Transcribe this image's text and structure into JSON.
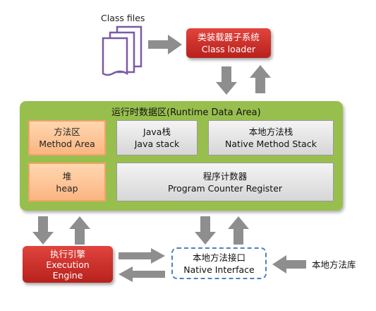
{
  "class_files_label": "Class files",
  "class_loader": {
    "cn": "类装载器子系统",
    "en": "Class loader"
  },
  "runtime_area_title": "运行时数据区(Runtime Data Area)",
  "method_area": {
    "cn": "方法区",
    "en": "Method Area"
  },
  "java_stack": {
    "cn": "Java栈",
    "en": "Java stack"
  },
  "native_method_stack": {
    "cn": "本地方法栈",
    "en": "Native Method Stack"
  },
  "heap": {
    "cn": "堆",
    "en": "heap"
  },
  "program_counter": {
    "cn": "程序计数器",
    "en": "Program Counter Register"
  },
  "execution_engine": {
    "cn": "执行引擎",
    "en1": "Execution",
    "en2": "Engine"
  },
  "native_interface": {
    "cn": "本地方法接口",
    "en": "Native Interface"
  },
  "native_library_label": "本地方法库",
  "colors": {
    "red_box": "#c62a23",
    "green_area": "#98bf4e",
    "orange_box": "#fbb582",
    "gray_box": "#e0e0e0",
    "arrow": "#8e8e8e",
    "dashed_border": "#4f7fbf"
  }
}
